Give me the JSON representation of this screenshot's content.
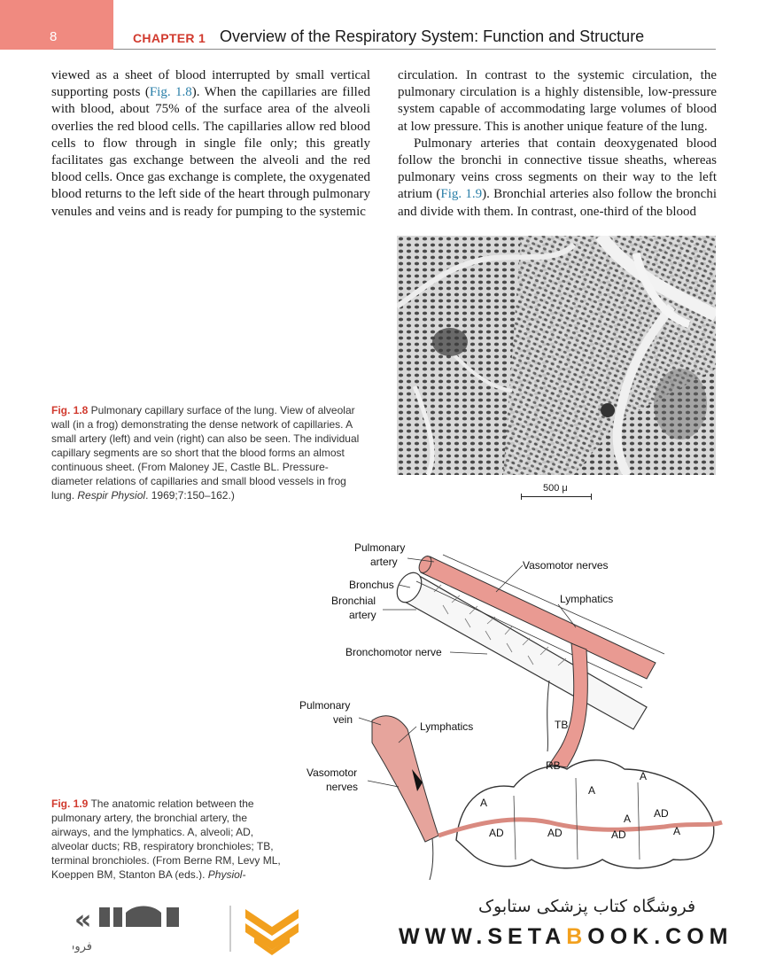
{
  "header": {
    "page_number": "8",
    "chapter_label": "CHAPTER 1",
    "chapter_title": "Overview of the Respiratory System: Function and Structure"
  },
  "body": {
    "left_column": {
      "p1_a": "viewed as a sheet of blood interrupted by small vertical supporting posts (",
      "p1_ref": "Fig. 1.8",
      "p1_b": "). When the capillaries are filled with blood, about 75% of the surface area of the alveoli overlies the red blood cells. The capillaries allow red blood cells to flow through in single file only; this greatly facilitates gas exchange between the alveoli and the red blood cells. Once gas exchange is complete, the oxygenated blood returns to the left side of the heart through pulmonary venules and veins and is ready for pumping to the systemic"
    },
    "right_column": {
      "p1": "circulation. In contrast to the systemic circulation, the pulmonary circulation is a highly distensible, low-pressure system capable of accommodating large volumes of blood at low pressure. This is another unique feature of the lung.",
      "p2_a": "Pulmonary arteries that contain deoxygenated blood follow the bronchi in connective tissue sheaths, whereas pulmonary veins cross segments on their way to the left atrium (",
      "p2_ref": "Fig. 1.9",
      "p2_b": "). Bronchial arteries also follow the bronchi and divide with them. In contrast, one-third of the blood"
    }
  },
  "figure_1_8": {
    "label": "Fig. 1.8",
    "caption_a": " Pulmonary capillary surface of the lung. View of alveolar wall (in a frog) demonstrating the dense network of capillaries. A small artery (left) and vein (right) can also be seen. The individual capillary segments are so short that the blood forms an almost continuous sheet. (From Maloney JE, Castle BL. Pressure-diameter relations of capillaries and small blood vessels in frog lung. ",
    "caption_journal": "Respir Physiol",
    "caption_b": ". 1969;7:150–162.)",
    "scale_bar": "500 μ"
  },
  "figure_1_9": {
    "label": "Fig. 1.9",
    "caption_a": " The anatomic relation between the pulmonary artery, the bronchial artery, the airways, and the lymphatics. A, alveoli; AD, alveolar ducts; RB, respiratory bronchioles; TB, terminal bronchioles. (From Berne RM, Levy ML, Koeppen BM, Stanton BA (eds.). ",
    "caption_journal": "Physiol-",
    "labels": {
      "pulmonary_artery_1": "Pulmonary",
      "pulmonary_artery_2": "artery",
      "bronchus": "Bronchus",
      "bronchial_artery_1": "Bronchial",
      "bronchial_artery_2": "artery",
      "vasomotor_nerves_top": "Vasomotor nerves",
      "lymphatics_top": "Lymphatics",
      "bronchomotor_nerve": "Bronchomotor nerve",
      "pulmonary_vein_1": "Pulmonary",
      "pulmonary_vein_2": "vein",
      "lymphatics_left": "Lymphatics",
      "vasomotor_nerves_left_1": "Vasomotor",
      "vasomotor_nerves_left_2": "nerves",
      "tb": "TB",
      "rb": "RB",
      "a1": "A",
      "a2": "A",
      "a3": "A",
      "a4": "A",
      "a5": "A",
      "ad1": "AD",
      "ad2": "AD",
      "ad3": "AD",
      "ad4": "AD"
    }
  },
  "footer": {
    "shop_name": "فروشگاه کتاب پزشکی ستابوک",
    "url_part1": "WWW.SETA",
    "url_accent": "B",
    "url_part2": "OOK.COM",
    "logo_tagline": "فروشگاه اینترنتی کتاب",
    "colors": {
      "accent": "#f2a01e",
      "chapter_red": "#d13a2e",
      "page_box": "#f08a80",
      "reference_blue": "#2a7fa8"
    }
  }
}
